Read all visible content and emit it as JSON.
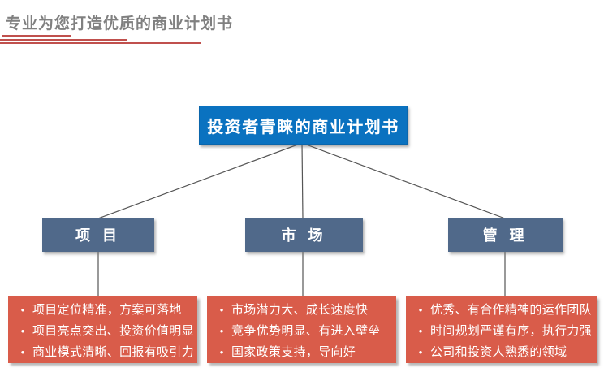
{
  "page": {
    "title": "专业为您打造优质的商业计划书"
  },
  "diagram": {
    "bullet": "•",
    "root": {
      "label": "投资者青睐的商业计划书"
    },
    "branches": [
      {
        "label": "项 目",
        "points": [
          "项目定位精准，方案可落地",
          "项目亮点突出、投资价值明显",
          "商业模式清晰、回报有吸引力"
        ]
      },
      {
        "label": "市 场",
        "points": [
          "市场潜力大、成长速度快",
          "竞争优势明显、有进入壁垒",
          "国家政策支持，导向好"
        ]
      },
      {
        "label": "管 理",
        "points": [
          "优秀、有合作精神的运作团队",
          "时间规划严谨有序，执行力强",
          "公司和投资人熟悉的领域"
        ]
      }
    ],
    "colors": {
      "root_fill": "#0A72C0",
      "branch_fill": "#50698A",
      "detail_fill": "#D95C4A",
      "connector": "#555555",
      "title_text": "#808080",
      "title_underline": "#C0504D"
    }
  }
}
